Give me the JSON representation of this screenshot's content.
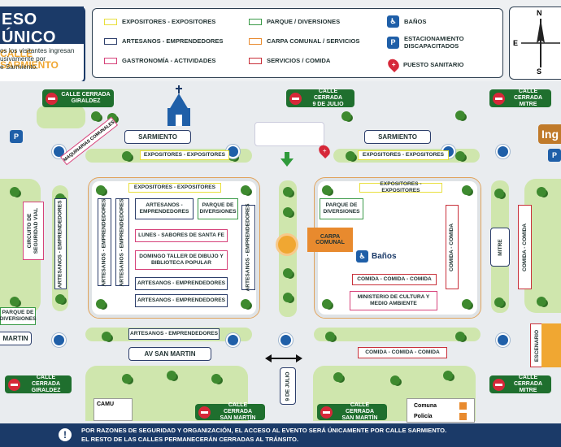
{
  "header": {
    "title_line1": "ESO ÚNICO",
    "title_line2": "CALLE SARMIENTO",
    "note_line1": "os los visitantes ingresan",
    "note_line2": "usivamente por",
    "note_line3": "e Sarmiento."
  },
  "legend": {
    "expositores": "EXPOSITORES - EXPOSITORES",
    "artesanos": "ARTESANOS - EMPRENDEDORES",
    "gastronomia": "GASTRONOMÍA - ACTIVIDADES",
    "parque": "PARQUE / DIVERSIONES",
    "carpa": "CARPA COMUNAL / SERVICIOS",
    "servicios": "SERVICIOS / COMIDA",
    "banos": "BAÑOS",
    "estacionamiento_1": "ESTACIONAMIENTO",
    "estacionamiento_2": "DISCAPACITADOS",
    "puesto": "PUESTO SANITARIO",
    "colors": {
      "yellow": "#e8df3c",
      "navy": "#2c3e6b",
      "pink": "#d6427a",
      "green": "#3a9a48",
      "orange": "#e88a2e",
      "red": "#c8303a"
    }
  },
  "compass": {
    "n": "N",
    "s": "S",
    "e": "E"
  },
  "closures": {
    "top_left_1": "CALLE CERRADA",
    "top_left_2": "GIRALDEZ",
    "top_mid_1": "CALLE CERRADA",
    "top_mid_2": "9 DE JULIO",
    "top_right_1": "CALLE CERRADA",
    "top_right_2": "MITRE",
    "bot_left_1": "CALLE CERRADA",
    "bot_left_2": "GIRALDEZ",
    "bot_mid_left_1": "CALLE CERRADA",
    "bot_mid_left_2": "SAN MARTÍN",
    "bot_mid_right_1": "CALLE CERRADA",
    "bot_mid_right_2": "SAN MARTÍN",
    "bot_right_1": "CALLE CERRADA",
    "bot_right_2": "MITRE"
  },
  "streets": {
    "sarmiento_left": "SARMIENTO",
    "sarmiento_right": "SARMIENTO",
    "av_san_martin": "AV SAN MARTIN",
    "san_martin_left": "MARTIN",
    "nueve_de_julio": "9 DE JULIO",
    "mitre": "MITRE",
    "ingreso_partial": "Ing"
  },
  "map": {
    "maquinarias": "MAQUINARIAS COMUNALES",
    "circuito_1": "CIRCUITO DE",
    "circuito_2": "SEGURIDAD VIAL",
    "parque_left_1": "PARQUE DE",
    "parque_left_2": "DIVERSIONES",
    "expo_top_left": "EXPOSITORES - EXPOSITORES",
    "expo_top_right": "EXPOSITORES - EXPOSITORES",
    "expo_in_left": "EXPOSITORES - EXPOSITORES",
    "expo_in_right": "EXPOSITORES - EXPOSITORES",
    "artesanos_v": "ARTESANOS - EMPRENDEDORES",
    "artesanos_box_1": "ARTESANOS -",
    "artesanos_box_2": "EMPRENDEDORES",
    "parque_mid_1": "PARQUE DE",
    "parque_mid_2": "DIVERSIONES",
    "lunes": "LUNES - SABORES DE SANTA FE",
    "domingo_1": "DOMINGO TALLER DE DIBUJO Y",
    "domingo_2": "BIBLIOTECA POPULAR",
    "artesanos_row1": "ARTESANOS - EMPRENDEDORES",
    "artesanos_row2": "ARTESANOS - EMPRENDEDORES",
    "artesanos_bottom": "ARTESANOS - EMPRENDEDORES",
    "parque_right_1": "PARQUE DE",
    "parque_right_2": "DIVERSIONES",
    "carpa_1": "CARPA",
    "carpa_2": "COMUNAL",
    "banos": "Baños",
    "comida": "COMIDA - COMIDA - COMIDA",
    "comida_bottom": "COMIDA - COMIDA - COMIDA",
    "comida_v": "COMIDA - COMIDA",
    "ministerio_1": "MINISTERIO DE CULTURA Y",
    "ministerio_2": "MEDIO AMBIENTE",
    "escenario": "ESCENARIO",
    "camu": "CAMU",
    "comuna": "Comuna",
    "policia": "Policía"
  },
  "footer": {
    "line1": "POR RAZONES DE SEGURIDAD Y ORGANIZACIÓN, EL ACCESO AL EVENTO SERÁ ÚNICAMENTE POR CALLE SARMIENTO.",
    "line2": "EL RESTO DE LAS CALLES PERMANECERÁN CERRADAS AL TRÁNSITO."
  }
}
